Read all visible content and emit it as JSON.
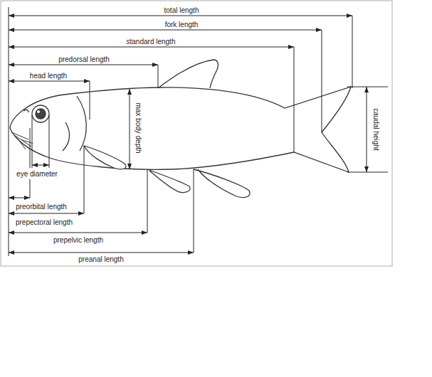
{
  "diagram": {
    "labels": [
      "total length",
      "fork length",
      "standard length",
      "predorsal length",
      "head length",
      "max body depth",
      "caudal height",
      "eye diameter",
      "preorbital length",
      "prepectoral length",
      "prepelvic length",
      "preanal length"
    ]
  }
}
